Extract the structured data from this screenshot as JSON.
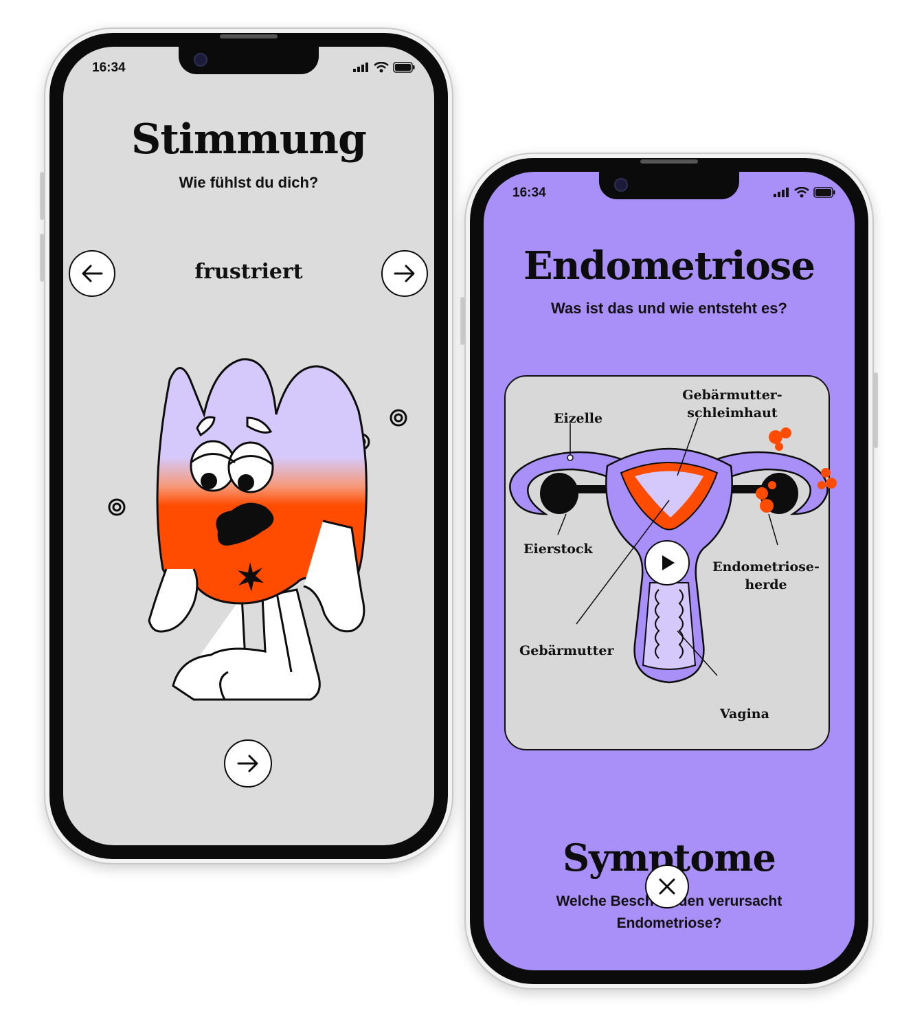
{
  "colors": {
    "left_screen_bg": "#dcdcdc",
    "right_screen_bg": "#a98ff8",
    "lavender": "#d5c9fb",
    "orange": "#ff4c00",
    "ink": "#0d0d0d"
  },
  "left_phone": {
    "status_time": "16:34",
    "title": "Stimmung",
    "subtitle": "Wie fühlst du dich?",
    "mood_label": "frustriert",
    "prev_icon": "arrow-left-icon",
    "next_icon": "arrow-right-icon",
    "continue_icon": "arrow-right-icon"
  },
  "right_phone": {
    "status_time": "16:34",
    "title": "Endometriose",
    "subtitle": "Was ist das und wie entsteht es?",
    "diagram": {
      "labels": {
        "eizelle": "Eizelle",
        "schleimhaut_1": "Gebärmutter-",
        "schleimhaut_2": "schleimhaut",
        "eierstock": "Eierstock",
        "herde_1": "Endometriose-",
        "herde_2": "herde",
        "gebaermutter": "Gebärmutter",
        "vagina": "Vagina"
      },
      "play_icon": "play-icon"
    },
    "section_title": "Symptome",
    "section_subtitle_1": "Welche Beschwerden verursacht",
    "section_subtitle_2": "Endometriose?",
    "close_icon": "close-icon"
  }
}
